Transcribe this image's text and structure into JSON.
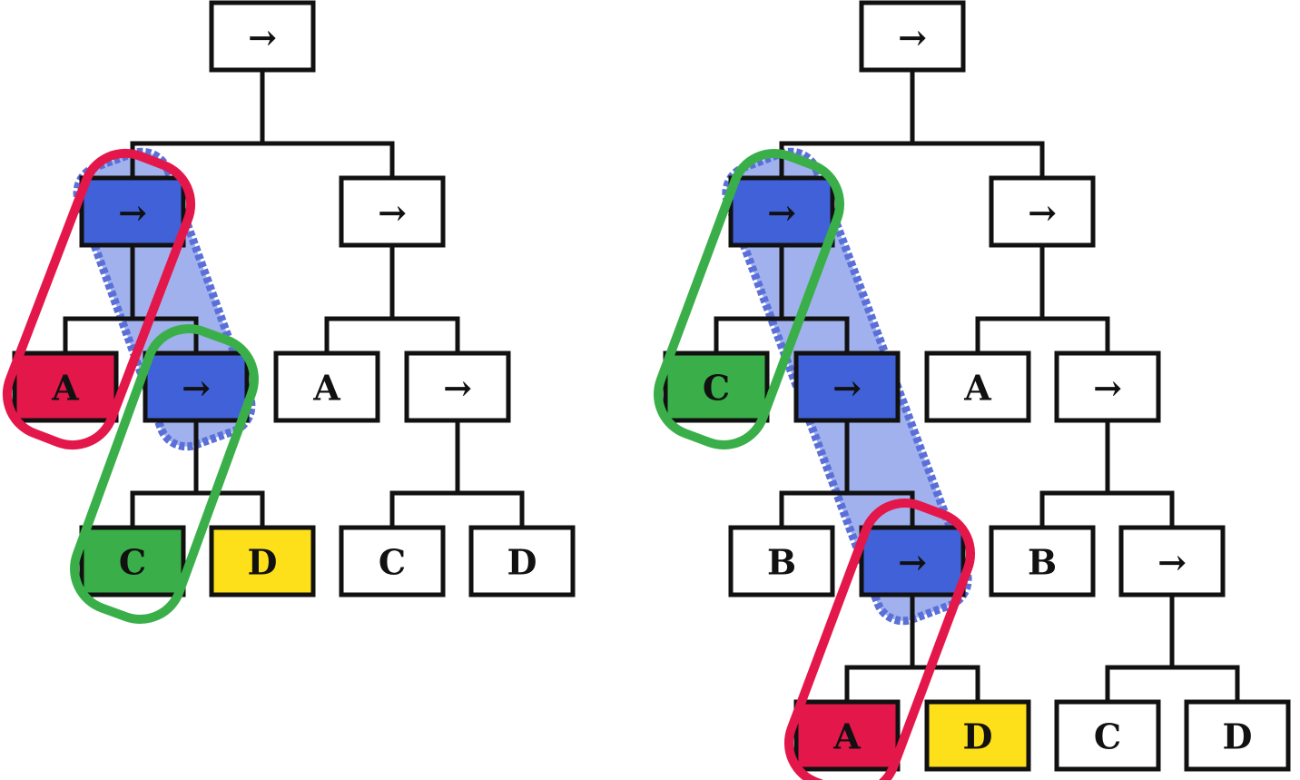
{
  "colors": {
    "blue_fill": "#4161d8",
    "red": "#e3174a",
    "green": "#3aaf49",
    "yellow": "#fde01a",
    "border": "#111111",
    "band": "#5a6fd8"
  },
  "trees": [
    {
      "id": "left",
      "nodes": [
        {
          "id": "L-root",
          "label": "→",
          "fill": "white"
        },
        {
          "id": "L-mid1",
          "label": "→",
          "fill": "blue"
        },
        {
          "id": "L-mid2",
          "label": "→",
          "fill": "white"
        },
        {
          "id": "L-A1",
          "label": "A",
          "fill": "red"
        },
        {
          "id": "L-arr2",
          "label": "→",
          "fill": "blue"
        },
        {
          "id": "L-A2",
          "label": "A",
          "fill": "white"
        },
        {
          "id": "L-arr3",
          "label": "→",
          "fill": "white"
        },
        {
          "id": "L-C1",
          "label": "C",
          "fill": "green"
        },
        {
          "id": "L-D1",
          "label": "D",
          "fill": "yellow"
        },
        {
          "id": "L-C2",
          "label": "C",
          "fill": "white"
        },
        {
          "id": "L-D2",
          "label": "D",
          "fill": "white"
        }
      ]
    },
    {
      "id": "right",
      "nodes": [
        {
          "id": "R-root",
          "label": "→",
          "fill": "white"
        },
        {
          "id": "R-mid1",
          "label": "→",
          "fill": "blue"
        },
        {
          "id": "R-mid2",
          "label": "→",
          "fill": "white"
        },
        {
          "id": "R-C1",
          "label": "C",
          "fill": "green"
        },
        {
          "id": "R-arr2",
          "label": "→",
          "fill": "blue"
        },
        {
          "id": "R-A2",
          "label": "A",
          "fill": "white"
        },
        {
          "id": "R-arr3",
          "label": "→",
          "fill": "white"
        },
        {
          "id": "R-B1",
          "label": "B",
          "fill": "white"
        },
        {
          "id": "R-arr4",
          "label": "→",
          "fill": "blue"
        },
        {
          "id": "R-B2",
          "label": "B",
          "fill": "white"
        },
        {
          "id": "R-arr5",
          "label": "→",
          "fill": "white"
        },
        {
          "id": "R-A3",
          "label": "A",
          "fill": "red"
        },
        {
          "id": "R-D3",
          "label": "D",
          "fill": "yellow"
        },
        {
          "id": "R-C4",
          "label": "C",
          "fill": "white"
        },
        {
          "id": "R-D4",
          "label": "D",
          "fill": "white"
        }
      ]
    }
  ]
}
